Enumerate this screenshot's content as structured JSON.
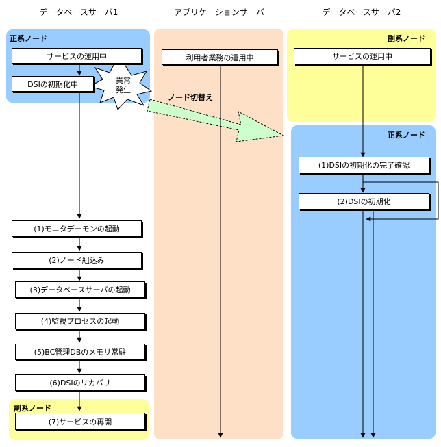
{
  "columns": [
    "データベースサーバ1",
    "アプリケーションサーバ",
    "データベースサーバ2"
  ],
  "regions": {
    "primary_left": "正系ノード",
    "secondary_left": "副系ノード",
    "secondary_right": "副系ノード",
    "primary_right": "正系ノード"
  },
  "server1_boxes": {
    "service_running": "サービスの運用中",
    "dsi_init": "DSIの初期化中"
  },
  "server1_steps": [
    "(1)モニタデーモンの起動",
    "(2)ノード組込み",
    "(3)データベースサーバの起動",
    "(4)監視プロセスの起動",
    "(5)BC管理DBのメモリ常駐",
    "(6)DSIのリカバリ",
    "(7)サービスの再開"
  ],
  "app_box": "利用者業務の運用中",
  "server2_boxes": {
    "service_running": "サービスの運用中",
    "confirm_init": "(1)DSIの初期化の完了確認",
    "dsi_init": "(2)DSIの初期化"
  },
  "burst_lines": [
    "異常",
    "発生"
  ],
  "switch_label": "ノード切替え",
  "colors": {
    "blue_region": "#99ccff",
    "yellow_region": "#ffff99",
    "peach_region": "#fde0c6",
    "switch_arrow": "#ccffcc"
  }
}
